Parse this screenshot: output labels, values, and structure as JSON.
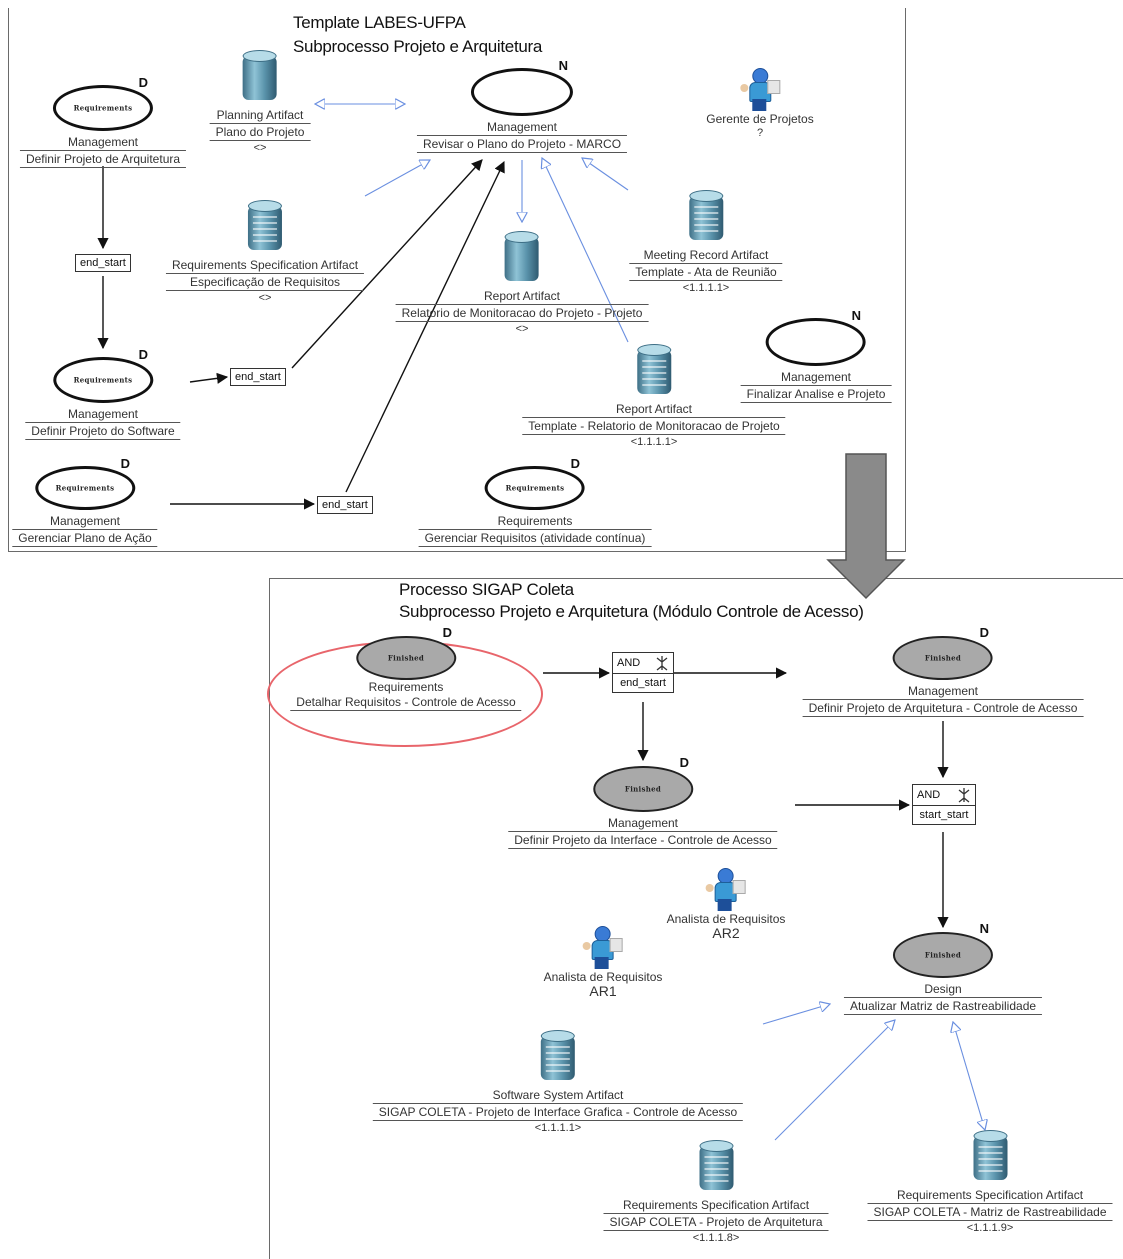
{
  "colors": {
    "panel_border": "#6a6a6a",
    "control_flow": "#111111",
    "artifact_flow": "#6a8fe0",
    "highlight": "#e8656b",
    "finished_fill": "#a9a9a9",
    "big_arrow": "#8a8a8a"
  },
  "panel1": {
    "title_line1": "Template LABES-UFPA",
    "title_line2": "Subprocesso Projeto e Arquitetura",
    "activities": [
      {
        "id": "a1",
        "oval_text": "Requirements",
        "flag": "D",
        "discipline": "Management",
        "name": "Definir Projeto de Arquitetura",
        "style": "white"
      },
      {
        "id": "a2",
        "oval_text": "",
        "flag": "N",
        "discipline": "Management",
        "name": "Revisar o Plano do Projeto - MARCO",
        "style": "white"
      },
      {
        "id": "a3",
        "oval_text": "Requirements",
        "flag": "D",
        "discipline": "Management",
        "name": "Definir Projeto do Software",
        "style": "white"
      },
      {
        "id": "a4",
        "oval_text": "",
        "flag": "N",
        "discipline": "Management",
        "name": "Finalizar Analise e Projeto",
        "style": "white"
      },
      {
        "id": "a5",
        "oval_text": "Requirements",
        "flag": "D",
        "discipline": "Management",
        "name": "Gerenciar Plano de Ação",
        "style": "white"
      },
      {
        "id": "a6",
        "oval_text": "Requirements",
        "flag": "D",
        "discipline": "Requirements",
        "name": "Gerenciar Requisitos (atividade contínua)",
        "style": "white"
      }
    ],
    "artifacts": [
      {
        "id": "r1",
        "type": "Planning Artifact",
        "name": "Plano do Projeto",
        "ref": "<>",
        "icon": "cylinder-artifact-icon"
      },
      {
        "id": "r2",
        "type": "Requirements Specification Artifact",
        "name": "Especificação de Requisitos",
        "ref": "<>",
        "icon": "document-stack-icon"
      },
      {
        "id": "r3",
        "type": "Report Artifact",
        "name": "Relatorio de Monitoracao do Projeto - Projeto",
        "ref": "<>",
        "icon": "cylinder-artifact-icon"
      },
      {
        "id": "r4",
        "type": "Meeting Record Artifact",
        "name": "Template - Ata de Reunião",
        "ref": "<1.1.1.1>",
        "icon": "document-stack-icon"
      },
      {
        "id": "r5",
        "type": "Report Artifact",
        "name": "Template - Relatorio de Monitoracao de Projeto",
        "ref": "<1.1.1.1>",
        "icon": "document-stack-icon"
      }
    ],
    "roles": [
      {
        "id": "p1",
        "name": "Gerente de Projetos",
        "ref": "?"
      }
    ],
    "connectors": [
      {
        "id": "c1",
        "label": "end_start"
      },
      {
        "id": "c2",
        "label": "end_start"
      },
      {
        "id": "c3",
        "label": "end_start"
      }
    ]
  },
  "panel2": {
    "title_line1": "Processo SIGAP Coleta",
    "title_line2": "Subprocesso Projeto e Arquitetura (Módulo Controle de Acesso)",
    "activities": [
      {
        "id": "b1",
        "oval_text": "Finished",
        "flag": "D",
        "discipline": "Requirements",
        "name": "Detalhar Requisitos - Controle de Acesso",
        "style": "grey"
      },
      {
        "id": "b2",
        "oval_text": "Finished",
        "flag": "D",
        "discipline": "Management",
        "name": "Definir Projeto de Arquitetura - Controle de Acesso",
        "style": "grey"
      },
      {
        "id": "b3",
        "oval_text": "Finished",
        "flag": "D",
        "discipline": "Management",
        "name": "Definir Projeto da Interface - Controle de Acesso",
        "style": "grey"
      },
      {
        "id": "b4",
        "oval_text": "Finished",
        "flag": "N",
        "discipline": "Design",
        "name": "Atualizar Matriz de Rastreabilidade",
        "style": "grey"
      }
    ],
    "gates": [
      {
        "id": "g1",
        "type": "AND",
        "label": "end_start"
      },
      {
        "id": "g2",
        "type": "AND",
        "label": "start_start"
      }
    ],
    "roles": [
      {
        "id": "q1",
        "name": "Analista de Requisitos",
        "ref": "AR2"
      },
      {
        "id": "q2",
        "name": "Analista de Requisitos",
        "ref": "AR1"
      }
    ],
    "artifacts": [
      {
        "id": "s1",
        "type": "Software System Artifact",
        "name": "SIGAP COLETA - Projeto de Interface Grafica - Controle de Acesso",
        "ref": "<1.1.1.1>",
        "icon": "document-stack-icon"
      },
      {
        "id": "s2",
        "type": "Requirements Specification Artifact",
        "name": "SIGAP COLETA - Projeto de Arquitetura",
        "ref": "<1.1.1.8>",
        "icon": "document-stack-icon"
      },
      {
        "id": "s3",
        "type": "Requirements Specification Artifact",
        "name": "SIGAP COLETA - Matriz de Rastreabilidade",
        "ref": "<1.1.1.9>",
        "icon": "document-stack-icon"
      }
    ]
  }
}
